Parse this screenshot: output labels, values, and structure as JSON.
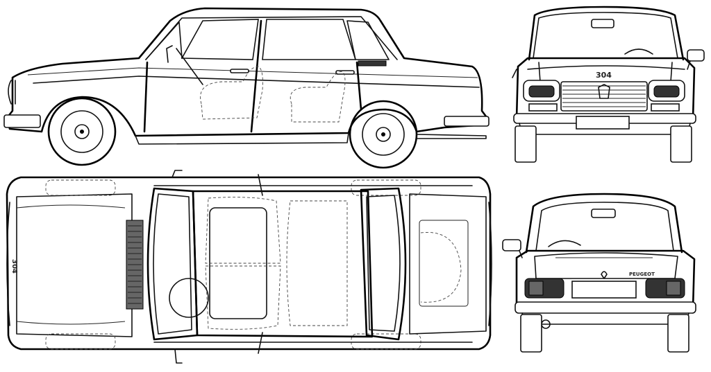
{
  "drawing": {
    "views": [
      {
        "id": "side",
        "name": "side-view"
      },
      {
        "id": "front",
        "name": "front-view"
      },
      {
        "id": "top",
        "name": "top-view"
      },
      {
        "id": "rear",
        "name": "rear-view"
      }
    ],
    "badges": {
      "front_badge": "304",
      "top_badge": "304",
      "rear_badge": "PEUGEOT"
    },
    "colors": {
      "line": "#111111",
      "background": "#ffffff",
      "lamp_dark": "#333333"
    }
  }
}
